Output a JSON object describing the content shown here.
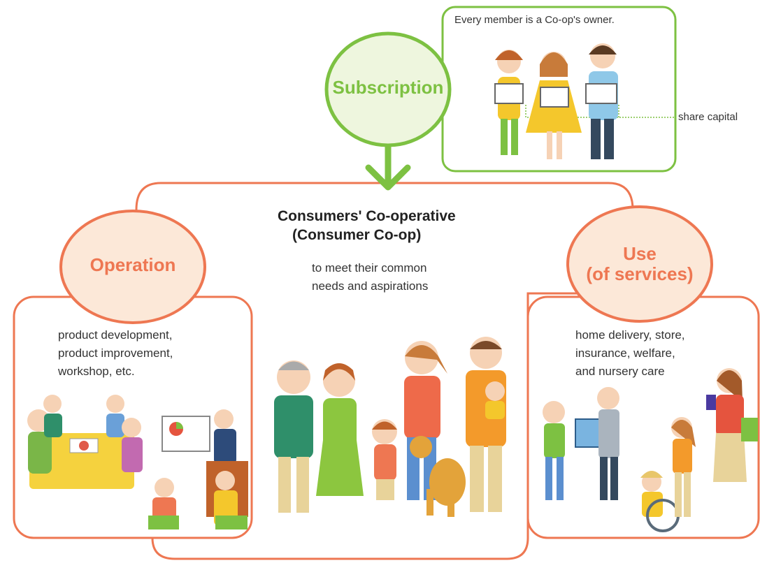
{
  "subscription": {
    "label": "Subscription",
    "box_caption": "Every member is a Co-op's owner.",
    "callout": "share capital"
  },
  "center": {
    "title_line1": "Consumers' Co-operative",
    "title_line2": "(Consumer Co-op)",
    "desc_line1": "to meet their common",
    "desc_line2": "needs and aspirations"
  },
  "operation": {
    "label": "Operation",
    "desc_line1": "product development,",
    "desc_line2": "product improvement,",
    "desc_line3": "workshop, etc."
  },
  "use": {
    "label_line1": "Use",
    "label_line2": "(of services)",
    "desc_line1": "home delivery, store,",
    "desc_line2": "insurance, welfare,",
    "desc_line3": "and nursery care"
  },
  "colors": {
    "green": "#7dc142",
    "orange": "#ee7752",
    "bubble_fill": "#fce8d8",
    "green_fill": "#eef6de"
  }
}
